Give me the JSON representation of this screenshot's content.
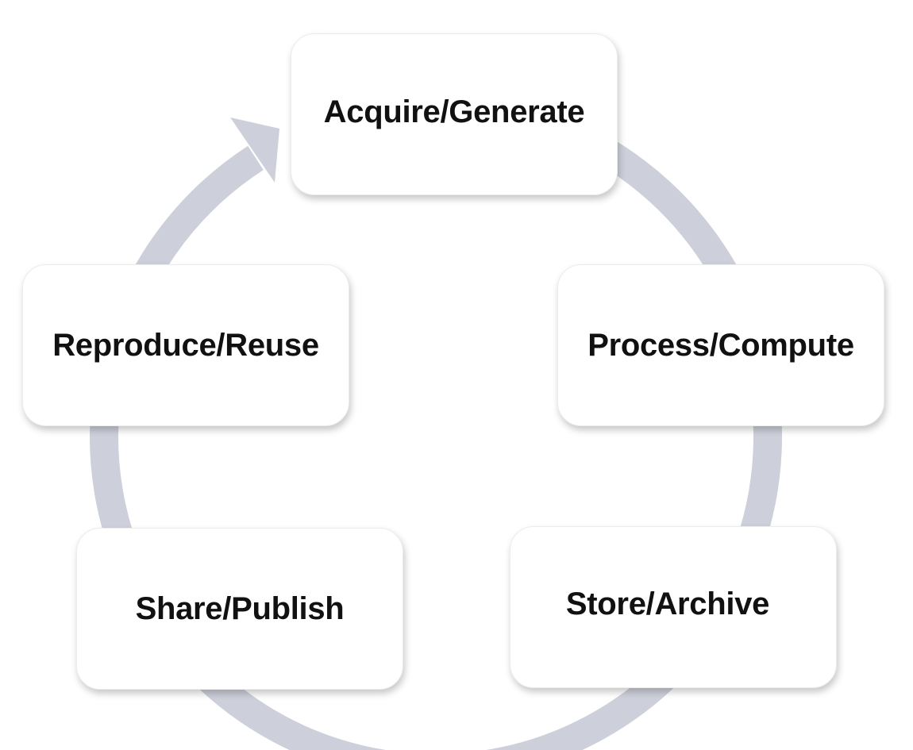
{
  "diagram": {
    "stages": [
      {
        "id": "acquire",
        "label": "Acquire/Generate"
      },
      {
        "id": "process",
        "label": "Process/Compute"
      },
      {
        "id": "store",
        "label": "Store/Archive"
      },
      {
        "id": "share",
        "label": "Share/Publish"
      },
      {
        "id": "reproduce",
        "label": "Reproduce/Reuse"
      }
    ],
    "cycle_color": "#cdd0da"
  }
}
